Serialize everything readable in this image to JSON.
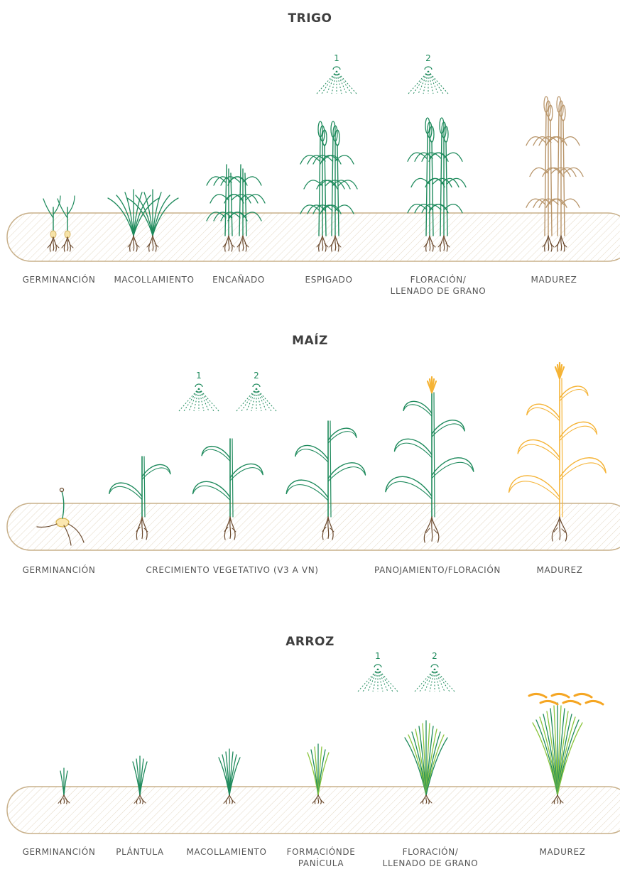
{
  "colors": {
    "green": "#1e8a5c",
    "light_green": "#8cc63f",
    "soil_outline": "#c8b08a",
    "root": "#6b4a2e",
    "mature_wheat": "#b8956a",
    "mature_maize": "#f5b335",
    "rice_grain": "#f5a623",
    "text": "#555555"
  },
  "sections": [
    {
      "title": "TRIGO",
      "stages": [
        {
          "label": "GERMINANCIÓN",
          "label2": ""
        },
        {
          "label": "MACOLLAMIENTO",
          "label2": ""
        },
        {
          "label": "ENCAÑADO",
          "label2": ""
        },
        {
          "label": "ESPIGADO",
          "label2": ""
        },
        {
          "label": "FLORACIÓN/",
          "label2": "LLENADO DE GRANO"
        },
        {
          "label": "MADUREZ",
          "label2": ""
        }
      ],
      "sprays": [
        "1",
        "2"
      ]
    },
    {
      "title": "MAÍZ",
      "stages": [
        {
          "label": "GERMINANCIÓN",
          "label2": ""
        },
        {
          "label": "CRECIMIENTO VEGETATIVO (V3 A VN)",
          "label2": ""
        },
        {
          "label": "PANOJAMIENTO/FLORACIÓN",
          "label2": ""
        },
        {
          "label": "MADUREZ",
          "label2": ""
        }
      ],
      "sprays": [
        "1",
        "2"
      ]
    },
    {
      "title": "ARROZ",
      "stages": [
        {
          "label": "GERMINANCIÓN",
          "label2": ""
        },
        {
          "label": "PLÁNTULA",
          "label2": ""
        },
        {
          "label": "MACOLLAMIENTO",
          "label2": ""
        },
        {
          "label": "FORMACIÓNDE",
          "label2": "PANÍCULA"
        },
        {
          "label": "FLORACIÓN/",
          "label2": "LLENADO DE GRANO"
        },
        {
          "label": "MADUREZ",
          "label2": ""
        }
      ],
      "sprays": [
        "1",
        "2"
      ]
    }
  ]
}
